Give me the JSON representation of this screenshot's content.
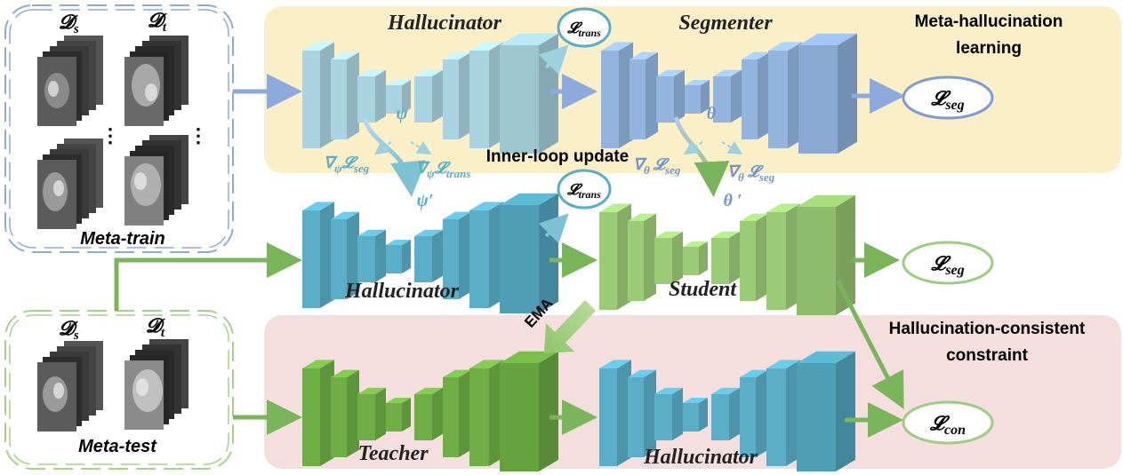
{
  "panels": {
    "meta_train_title": "Meta-train",
    "meta_test_title": "Meta-test",
    "source_label": "𝓓",
    "source_sub": "s",
    "target_label": "𝓓",
    "target_sub": "t",
    "ellipsis": "⋮"
  },
  "top_row": {
    "region_title_line1": "Meta-hallucination",
    "region_title_line2": "learning",
    "hallucinator": "Hallucinator",
    "segmenter": "Segmenter",
    "psi": "ψ",
    "theta": "θ",
    "trans_loss": "𝓛",
    "trans_sub": "trans",
    "seg_loss": "𝓛",
    "seg_sub": "seg"
  },
  "inner_loop": {
    "title": "Inner-loop update",
    "grad_psi_seg": "∇",
    "grad_psi_seg_sub": "ψ",
    "grad_psi_seg_loss": "𝓛",
    "grad_psi_seg_loss_sub": "seg",
    "grad_psi_trans": "∇",
    "grad_psi_trans_sub": "ψ",
    "grad_psi_trans_loss": "𝓛",
    "grad_psi_trans_loss_sub": "trans",
    "grad_theta_seg": "∇",
    "grad_theta_seg_sub": "θ",
    "grad_theta_seg_loss": "𝓛",
    "grad_theta_seg_loss_sub": "seg",
    "grad_theta_seg2": "∇",
    "grad_theta_seg2_sub": "θ",
    "grad_theta_seg2_loss": "𝓛",
    "grad_theta_seg2_loss_sub": "seg",
    "psi_prime": "ψ′",
    "theta_prime": "θ ′"
  },
  "middle_row": {
    "hallucinator": "Hallucinator",
    "student": "Student",
    "trans_loss": "𝓛",
    "trans_sub": "trans",
    "seg_loss": "𝓛",
    "seg_sub": "seg",
    "ema": "EMA"
  },
  "bottom_row": {
    "region_title_line1": "Hallucination-consistent",
    "region_title_line2": "constraint",
    "teacher": "Teacher",
    "hallucinator": "Hallucinator",
    "con_loss": "𝓛",
    "con_sub": "con"
  },
  "colors": {
    "top_region": "#fbefc8",
    "bottom_region": "#f4dede",
    "hallucinator_light": "#a9d3e0",
    "segmenter_blue": "#93b4dc",
    "hallucinator_teal": "#5aaec8",
    "student_green": "#9ccb78",
    "teacher_green": "#6fae45",
    "blue_arrow": "#8ea9db",
    "green_arrow": "#7ab55c",
    "loss_blue_border": "#7f9bd3",
    "loss_green_border": "#9dcc85",
    "loss_teal_border": "#5aaec8"
  }
}
